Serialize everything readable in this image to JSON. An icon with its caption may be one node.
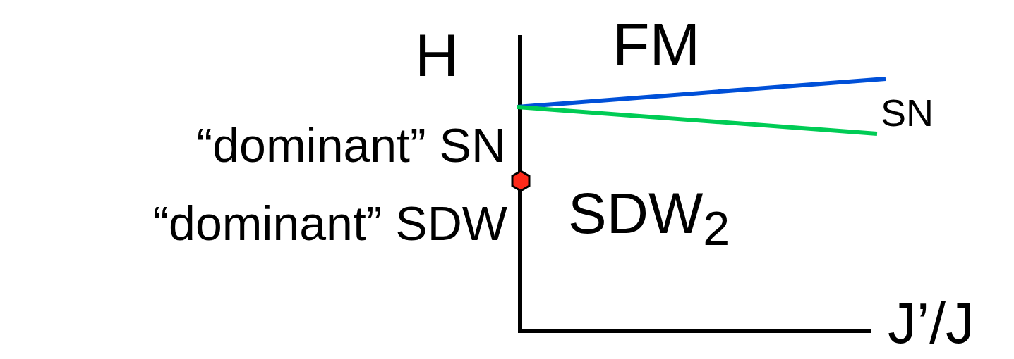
{
  "diagram": {
    "labels": [
      "H",
      "FM",
      "SN",
      "“dominant” SN",
      "“dominant” SDW",
      "SDW$_{2}$",
      "J’/J"
    ]
  }
}
